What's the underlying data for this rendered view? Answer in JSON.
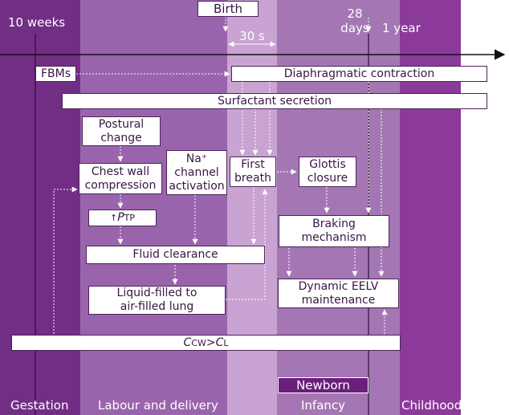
{
  "colors": {
    "gestation": "#722e84",
    "labour": "#9a64ac",
    "birth_window": "#c9a3d2",
    "infancy": "#a477b4",
    "childhood": "#8b3a9a",
    "newborn": "#6a1f7c",
    "box_text": "#3a1545",
    "arrow_white": "#ffffff"
  },
  "timeline": {
    "start_label": "10 weeks",
    "birth_label": "Birth",
    "window_label": "30 s",
    "days_label_line1": "28",
    "days_label_line2": "days",
    "year_label": "1 year"
  },
  "phases": {
    "gestation": "Gestation",
    "labour": "Labour and delivery",
    "infancy": "Infancy",
    "childhood": "Childhood",
    "newborn": "Newborn"
  },
  "nodes": {
    "fbms": "FBMs",
    "diaphragm": "Diaphragmatic contraction",
    "surfactant": "Surfactant secretion",
    "postural_1": "Postural",
    "postural_2": "change",
    "chest_1": "Chest wall",
    "chest_2": "compression",
    "na_1": "Na⁺",
    "na_2": "channel",
    "na_3": "activation",
    "first_1": "First",
    "first_2": "breath",
    "glottis_1": "Glottis",
    "glottis_2": "closure",
    "ptp_arrow": "↑",
    "ptp_p": "P",
    "ptp_sub": "TP",
    "braking_1": "Braking",
    "braking_2": "mechanism",
    "fluid": "Fluid clearance",
    "liquid_1": "Liquid-filled to",
    "liquid_2": "air-filled lung",
    "eelv_1": "Dynamic EELV",
    "eelv_2": "maintenance",
    "ccw_c1": "C",
    "ccw_s1": "CW",
    "ccw_gt": ">",
    "ccw_c2": "C",
    "ccw_s2": "L"
  }
}
